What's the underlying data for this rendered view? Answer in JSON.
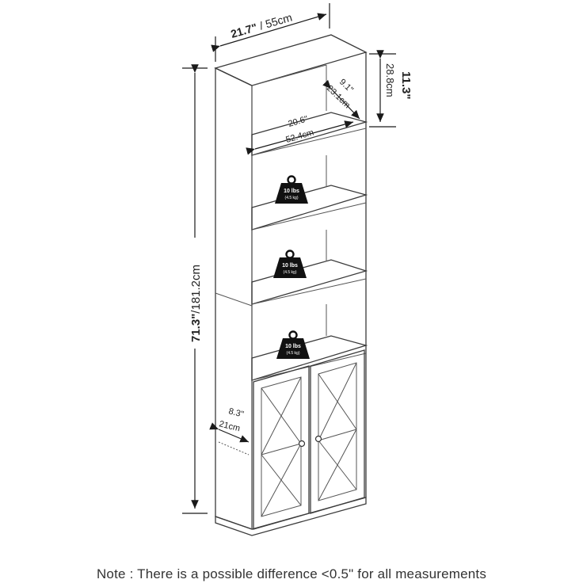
{
  "dimensions": {
    "width_in": "21.7\"",
    "width_cm": "55cm",
    "height_in": "71.3\"",
    "height_cm": "181.2cm",
    "top_gap_in": "11.3\"",
    "top_gap_cm": "28.8cm",
    "shelf_depth_in": "9.1\"",
    "shelf_depth_cm": "23.1cm",
    "shelf_width_in": "20.6\"",
    "shelf_width_cm": "52.4cm",
    "cabinet_depth_in": "8.3\"",
    "cabinet_depth_cm": "21cm"
  },
  "weight_badges": [
    {
      "top": "10 lbs",
      "bottom": "(4.5 kg)"
    },
    {
      "top": "10 lbs",
      "bottom": "(4.5 kg)"
    },
    {
      "top": "10 lbs",
      "bottom": "(4.5 kg)"
    }
  ],
  "note": "Note : There is a possible difference <0.5\" for all measurements"
}
